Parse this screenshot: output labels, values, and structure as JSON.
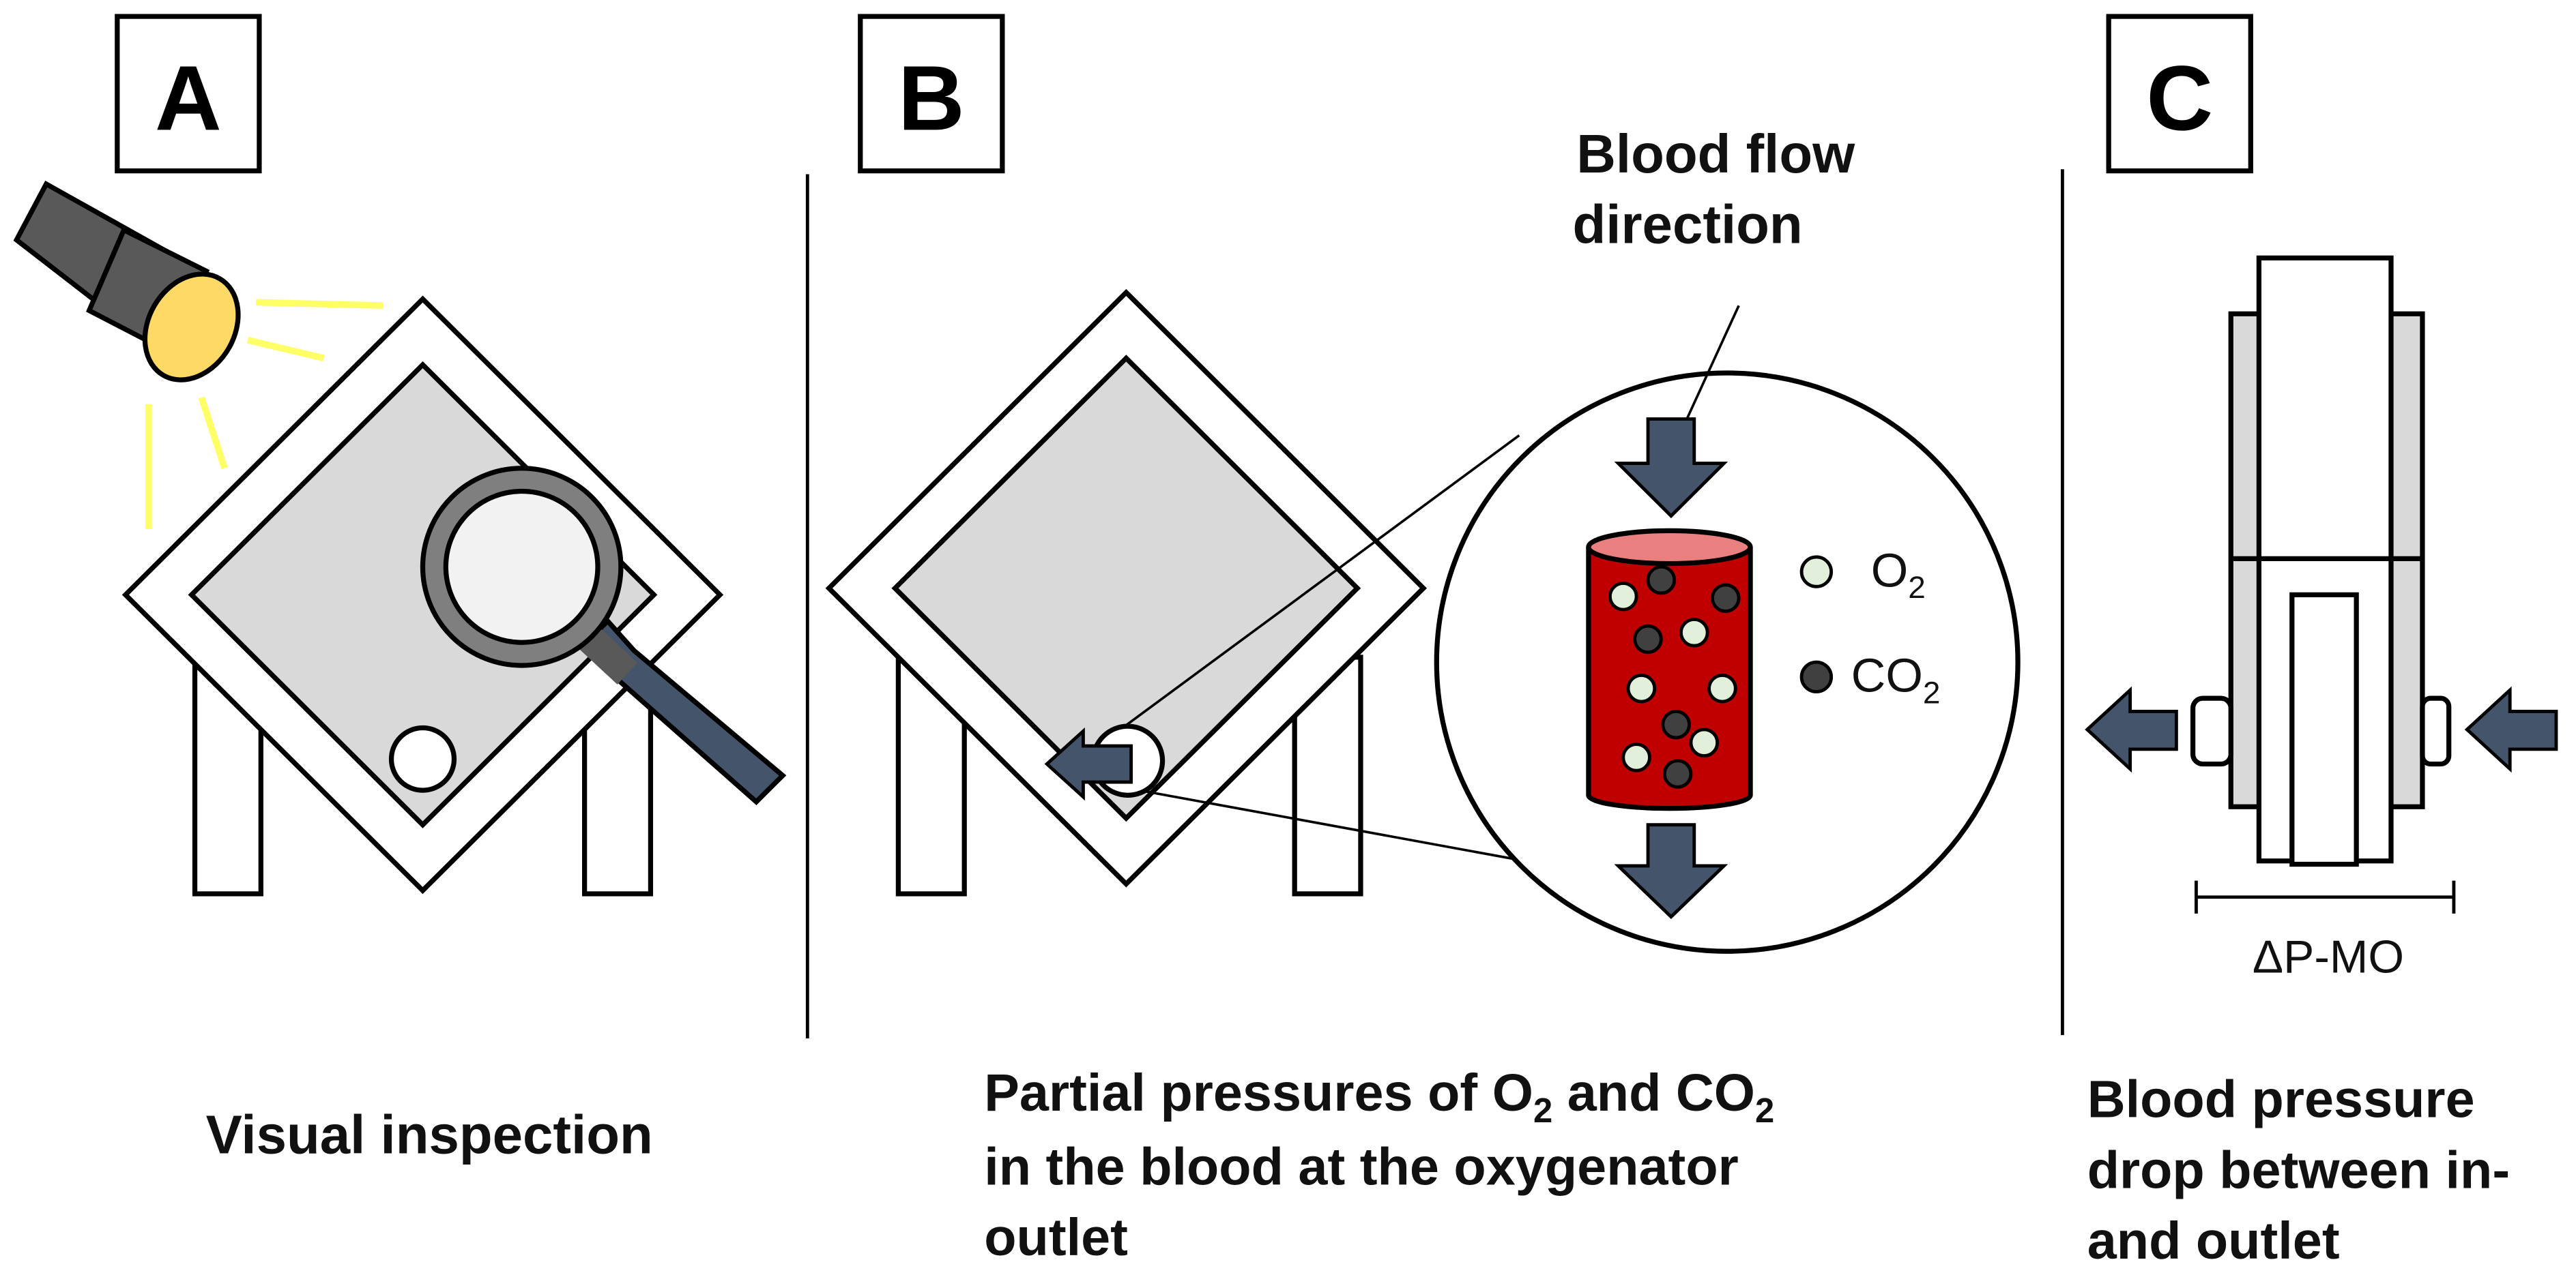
{
  "panels": {
    "a": {
      "letter": "A",
      "caption": [
        "Visual inspection"
      ]
    },
    "b": {
      "letter": "B",
      "caption_line1": {
        "pre": "Partial pressures of O",
        "sub1": "2",
        "mid": " and CO",
        "sub2": "2"
      },
      "caption_line2": "in the blood at the oxygenator",
      "caption_line3": "outlet",
      "callout": [
        "Blood flow",
        "direction"
      ],
      "legend": {
        "o2": {
          "base": "O",
          "sub": "2"
        },
        "co2": {
          "base": "CO",
          "sub": "2"
        }
      }
    },
    "c": {
      "letter": "C",
      "caption": [
        "Blood pressure",
        "drop between in-",
        "and outlet"
      ],
      "measure_label": "ΔP-MO"
    }
  },
  "colors": {
    "blood_red": "#c00000",
    "arrow_navy": "#44546a",
    "panel_gray": "#d9d9d9",
    "lamp_gray": "#595959",
    "lamp_glow": "#ffd966",
    "light_rays": "#ffff66",
    "o2_bubble": "#e2efda",
    "co2_bubble": "#404040"
  },
  "icons": [
    "flashlight-icon",
    "magnifying-glass-icon",
    "oxygenator-icon",
    "blood-flow-arrow-icon",
    "red-blood-cylinder-icon",
    "o2-bubble-icon",
    "co2-bubble-icon",
    "pressure-port-icon"
  ]
}
